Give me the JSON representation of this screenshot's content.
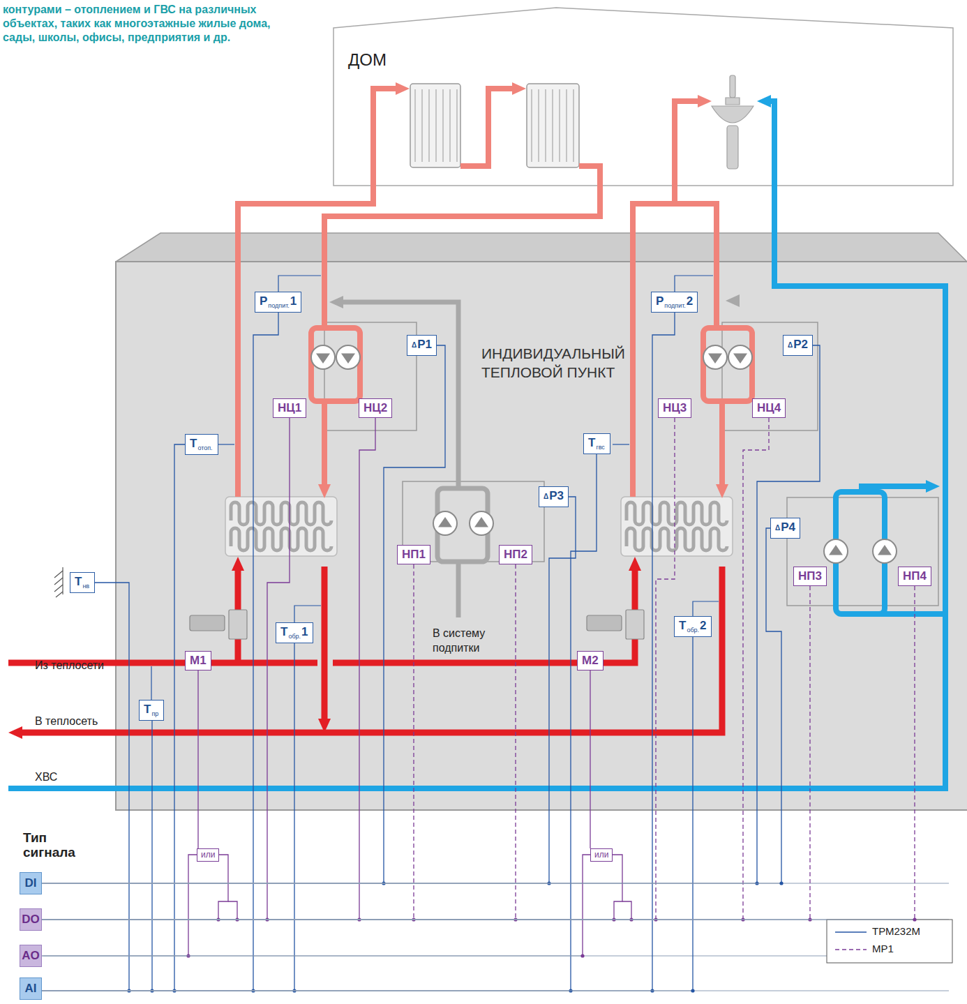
{
  "diagram": {
    "caption": "контурами – отоплением и ГВС на различных объектах, таких как многоэтажные жилые дома, сады, школы, офисы, предприятия и др.",
    "nodes": [
      {
        "text": [
          "ДОМ"
        ]
      },
      {
        "text": [
          "ИНДИВИДУАЛЬНЫЙ ТЕПЛОВОЙ ПУНКТ"
        ]
      },
      {
        "text": [
          "P",
          "подпит.",
          "1"
        ],
        "in": 1
      },
      {
        "text": [
          "P",
          "подпит.",
          "2"
        ],
        "in": 1
      },
      {
        "text": [
          "Δ",
          "P1"
        ],
        "in": 1
      },
      {
        "text": [
          "Δ",
          "P2"
        ],
        "in": 1
      },
      {
        "text": [
          "НЦ1"
        ],
        "in": 1
      },
      {
        "text": [
          "НЦ2"
        ],
        "in": 1
      },
      {
        "text": [
          "НЦ3"
        ],
        "in": 1
      },
      {
        "text": [
          "НЦ4"
        ],
        "in": 1
      },
      {
        "text": [
          "T",
          "отоп."
        ],
        "in": 1
      },
      {
        "text": [
          "T",
          "гвс"
        ],
        "in": 1
      },
      {
        "text": [
          "Δ",
          "P3"
        ],
        "in": 1
      },
      {
        "text": [
          "Δ",
          "P4"
        ],
        "in": 1
      },
      {
        "text": [
          "НП1"
        ],
        "in": 1
      },
      {
        "text": [
          "НП2"
        ],
        "in": 1
      },
      {
        "text": [
          "НП3"
        ],
        "in": 1
      },
      {
        "text": [
          "НП4"
        ],
        "in": 1
      },
      {
        "text": [
          "T",
          "нв"
        ]
      },
      {
        "text": [
          "M1"
        ],
        "in": 1
      },
      {
        "text": [
          "T",
          "обр.",
          "1"
        ],
        "in": 1
      },
      {
        "text": [
          "M2"
        ],
        "in": 1
      },
      {
        "text": [
          "T",
          "обр.",
          "2"
        ],
        "in": 1
      },
      {
        "text": [
          "T",
          "пр"
        ],
        "in": 1
      },
      {
        "text": [
          "или"
        ]
      },
      {
        "text": [
          "или"
        ]
      },
      {
        "text": [
          "DI"
        ]
      },
      {
        "text": [
          "DO"
        ]
      },
      {
        "text": [
          "AO"
        ]
      },
      {
        "text": [
          "AI"
        ]
      }
    ],
    "edges": [
      {
        "from": 18,
        "to": 29,
        "arrow": "none"
      },
      {
        "from": 23,
        "to": 29,
        "arrow": "none"
      },
      {
        "from": 10,
        "to": 29,
        "arrow": "none"
      },
      {
        "from": 2,
        "to": 29,
        "arrow": "none"
      },
      {
        "from": 6,
        "to": 27,
        "arrow": "none"
      },
      {
        "from": 7,
        "to": 27,
        "arrow": "none"
      },
      {
        "from": 4,
        "to": 26,
        "arrow": "none"
      },
      {
        "from": 20,
        "to": 29,
        "arrow": "none"
      },
      {
        "from": 19,
        "to": 24,
        "arrow": "none"
      },
      {
        "from": 24,
        "to": 28,
        "arrow": "none"
      },
      {
        "from": 24,
        "to": 27,
        "arrow": "none"
      },
      {
        "from": 14,
        "to": 27,
        "arrow": "none"
      },
      {
        "from": 15,
        "to": 27,
        "arrow": "none"
      },
      {
        "from": 12,
        "to": 26,
        "arrow": "none"
      },
      {
        "from": 3,
        "to": 29,
        "arrow": "none"
      },
      {
        "from": 8,
        "to": 27,
        "arrow": "none"
      },
      {
        "from": 9,
        "to": 27,
        "arrow": "none"
      },
      {
        "from": 5,
        "to": 26,
        "arrow": "none"
      },
      {
        "from": 11,
        "to": 29,
        "arrow": "none"
      },
      {
        "from": 21,
        "to": 25,
        "arrow": "none"
      },
      {
        "from": 25,
        "to": 28,
        "arrow": "none"
      },
      {
        "from": 25,
        "to": 27,
        "arrow": "none"
      },
      {
        "from": 22,
        "to": 29,
        "arrow": "none"
      },
      {
        "from": 13,
        "to": 26,
        "arrow": "none"
      },
      {
        "from": 16,
        "to": 27,
        "arrow": "none"
      },
      {
        "from": 17,
        "to": 27,
        "arrow": "none"
      }
    ],
    "labels": [
      "Из теплосети",
      "В теплосеть",
      "ХВС",
      "В систему подпитки",
      "Тип сигнала"
    ],
    "legend": [
      {
        "text": "ТРМ232М"
      },
      {
        "text": "МР1"
      }
    ]
  }
}
